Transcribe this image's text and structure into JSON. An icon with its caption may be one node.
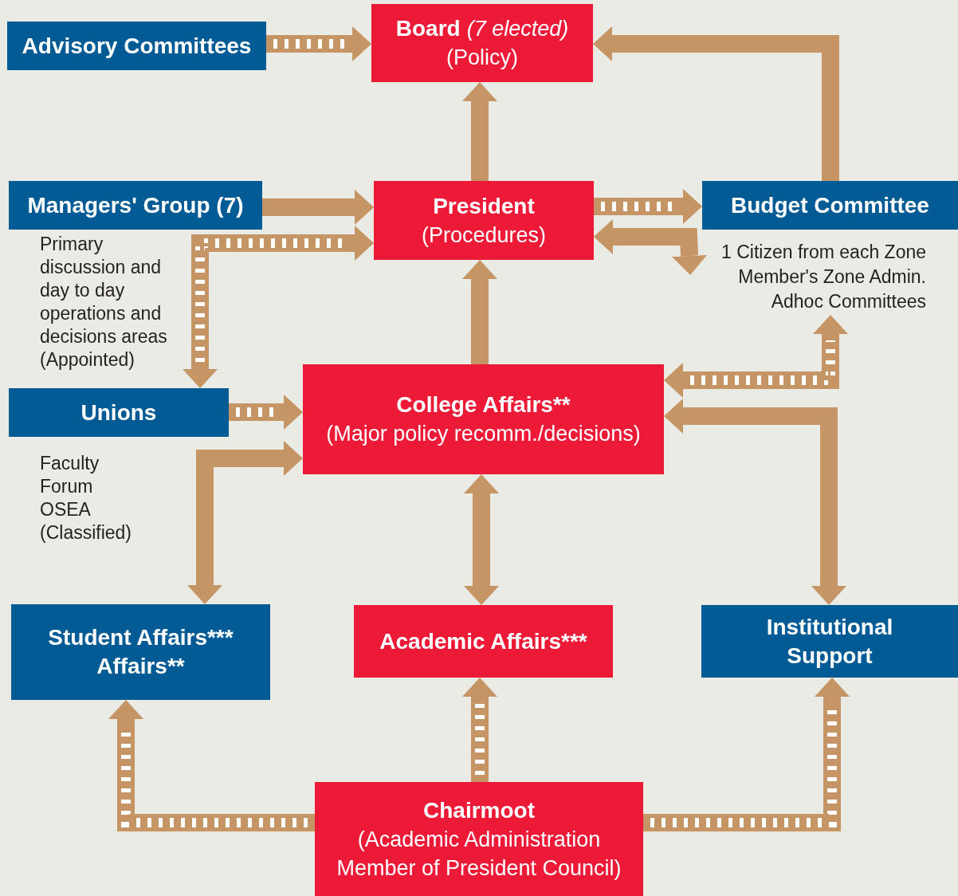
{
  "diagram": {
    "nodes": [
      {
        "text": [
          "Board",
          "(7 elected)",
          "(Policy)"
        ]
      },
      {
        "text": [
          "Advisory Committees"
        ]
      },
      {
        "text": [
          "Managers' Group (7)"
        ],
        "beside": [
          "Primary discussion and day to day operations and decisions areas (Appointed)"
        ]
      },
      {
        "text": [
          "President",
          "(Procedures)"
        ]
      },
      {
        "text": [
          "Budget Committee"
        ]
      },
      {
        "text": [
          "1 Citizen from each Zone Member's Zone Admin. Adhoc Committees"
        ]
      },
      {
        "text": [
          "Unions"
        ],
        "beside": [
          "Faculty Forum OSEA (Classified)"
        ]
      },
      {
        "text": [
          "College Affairs**",
          "(Major policy recomm./decisions)"
        ]
      },
      {
        "text": [
          "Student Affairs*** Affairs**"
        ]
      },
      {
        "text": [
          "Academic Affairs***"
        ]
      },
      {
        "text": [
          "Institutional Support"
        ]
      },
      {
        "text": [
          "Chairmoot",
          "(Academic Administration Member of President Council)"
        ]
      }
    ],
    "edges": [
      {
        "from": 1,
        "to": 0,
        "arrow": "to",
        "style": "dashed"
      },
      {
        "from": 3,
        "to": 0,
        "arrow": "to"
      },
      {
        "from": 4,
        "to": 0,
        "arrow": "to"
      },
      {
        "from": 2,
        "to": 3,
        "arrow": "to"
      },
      {
        "from": 6,
        "to": 3,
        "arrow": "both",
        "style": "dashed"
      },
      {
        "from": 3,
        "to": 4,
        "arrow": "to",
        "style": "dashed"
      },
      {
        "from": 3,
        "to": 5,
        "arrow": "both"
      },
      {
        "from": 7,
        "to": 3,
        "arrow": "to"
      },
      {
        "from": 6,
        "to": 7,
        "arrow": "to",
        "style": "dashed"
      },
      {
        "from": 8,
        "to": 7,
        "arrow": "both"
      },
      {
        "from": 7,
        "to": 5,
        "arrow": "both",
        "style": "dashed"
      },
      {
        "from": 7,
        "to": 10,
        "arrow": "both"
      },
      {
        "from": 7,
        "to": 9,
        "arrow": "both"
      },
      {
        "from": 11,
        "to": 8,
        "arrow": "to",
        "style": "dashed"
      },
      {
        "from": 11,
        "to": 9,
        "arrow": "to",
        "style": "dashed"
      },
      {
        "from": 11,
        "to": 10,
        "arrow": "to",
        "style": "dashed"
      }
    ]
  }
}
